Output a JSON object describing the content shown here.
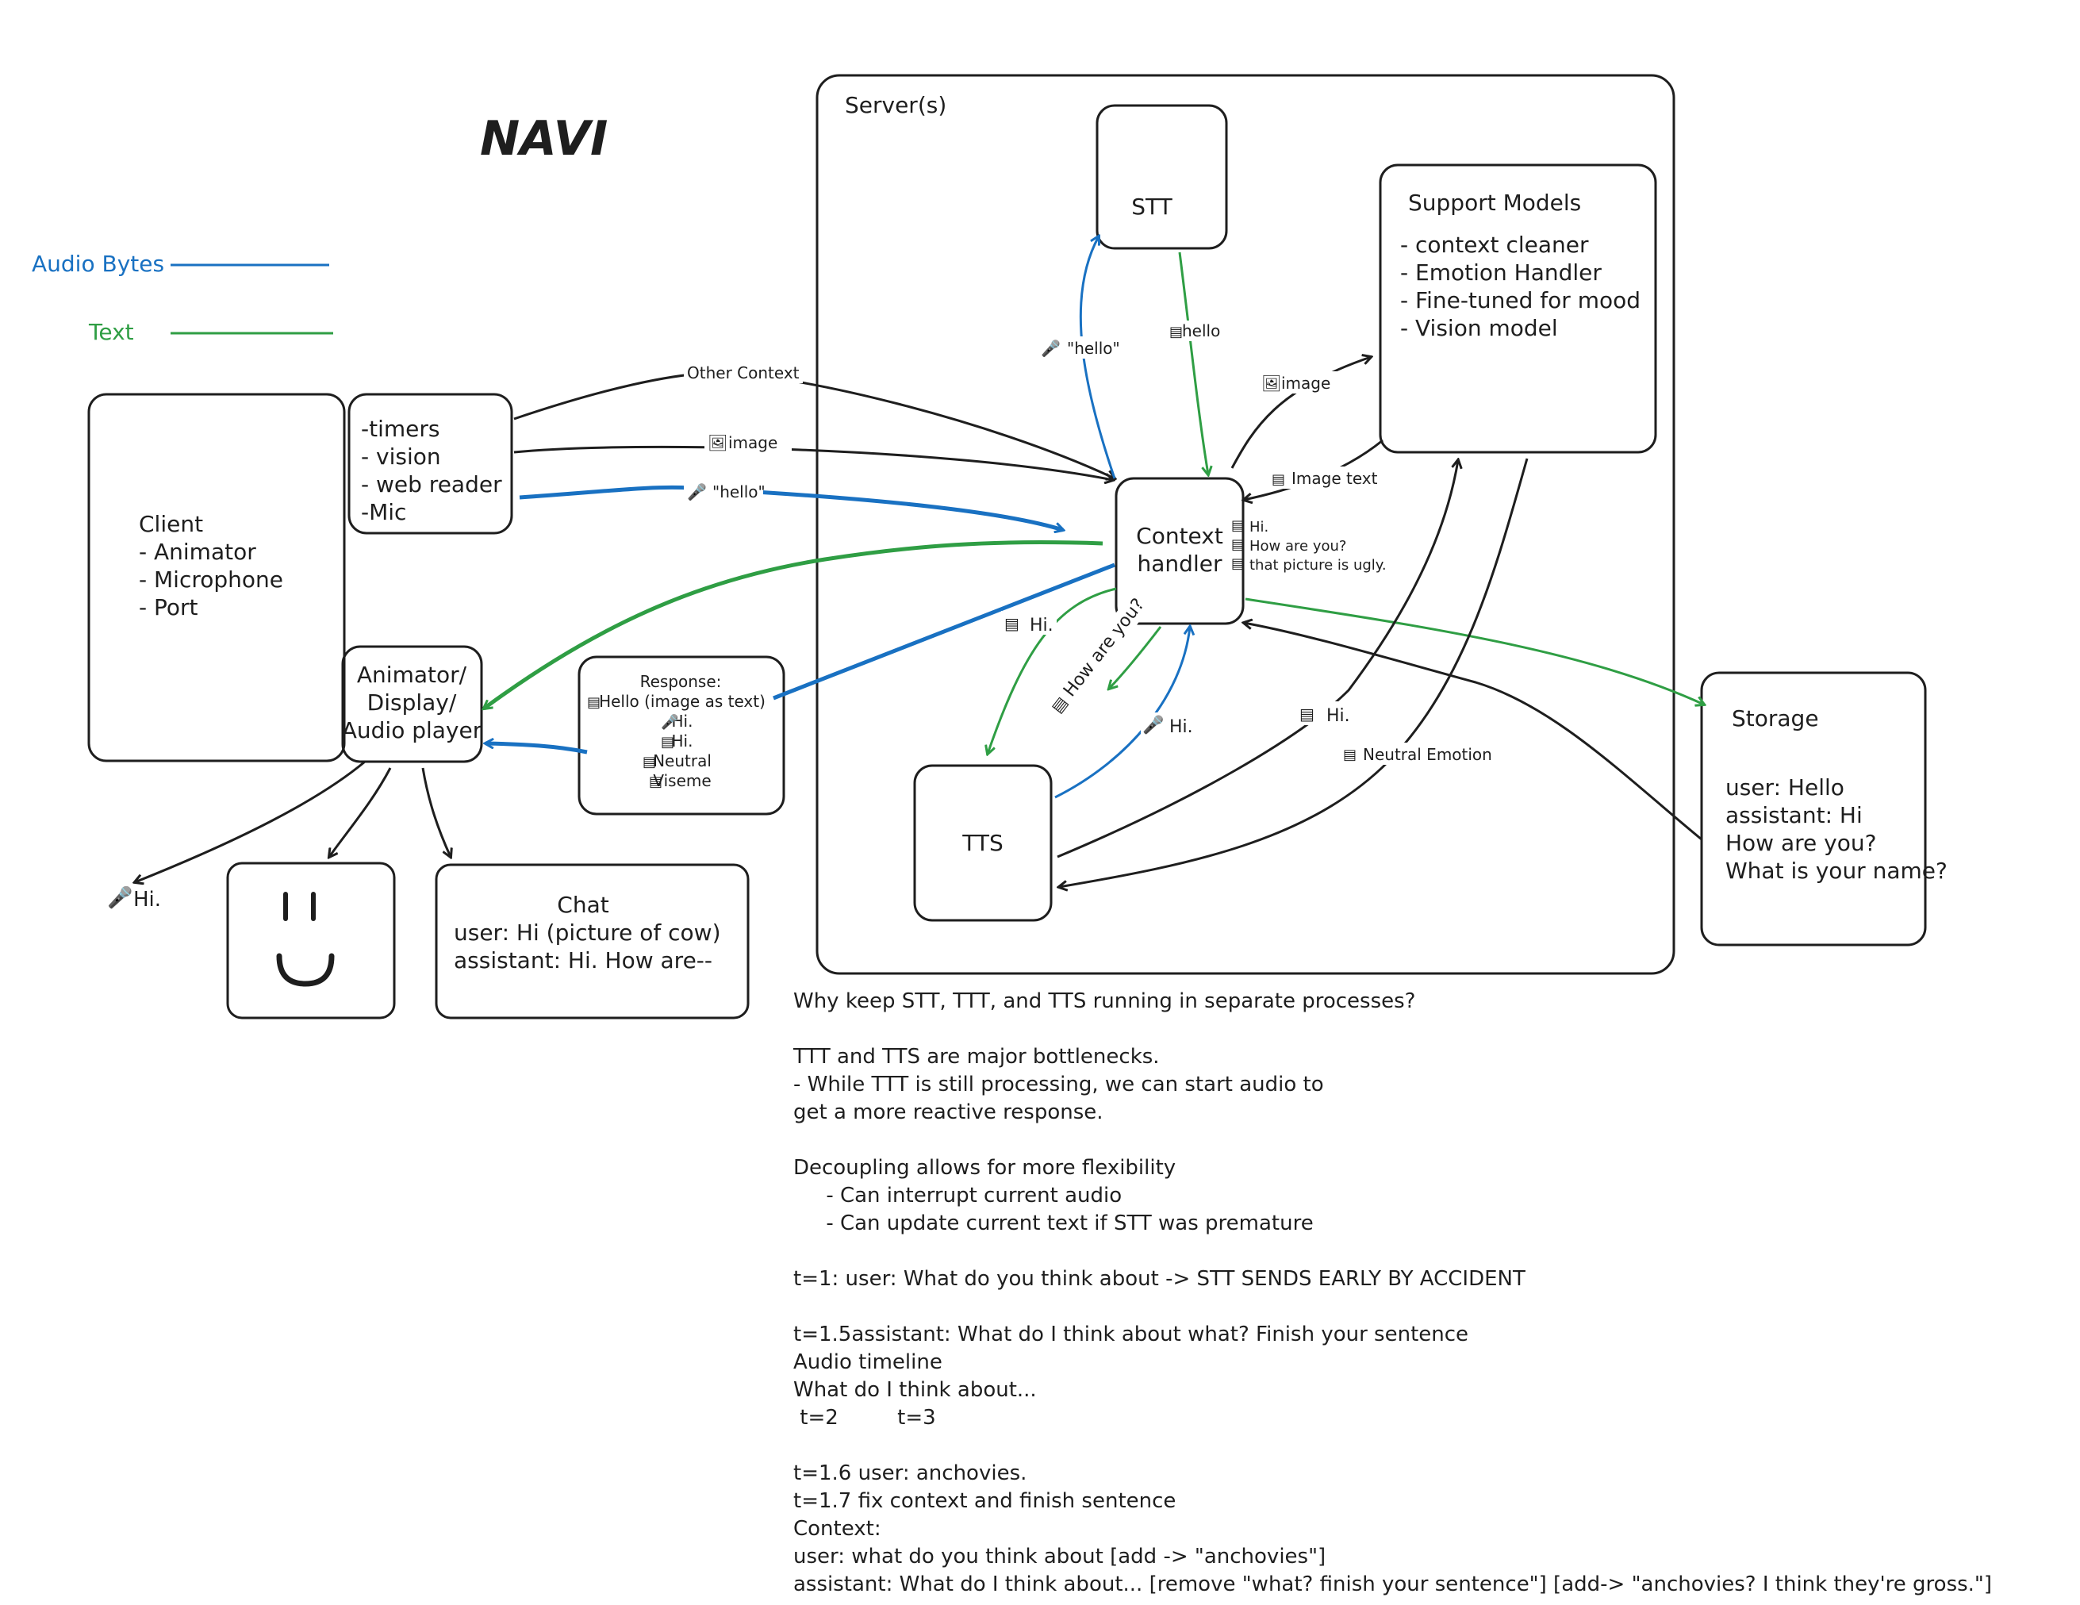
{
  "title": "NAVI",
  "legend": {
    "audio": "Audio Bytes",
    "text": "Text"
  },
  "colors": {
    "audio": "#1971c2",
    "text": "#2f9e44",
    "ink": "#1e1e1e"
  },
  "client": {
    "heading": "Client",
    "items": [
      "- Animator",
      "- Microphone",
      "- Port"
    ]
  },
  "inputs": {
    "items": [
      "-timers",
      "- vision",
      "- web reader",
      "-Mic"
    ]
  },
  "animator": {
    "lines": [
      "Animator/",
      "Display/",
      "Audio player"
    ]
  },
  "response_box": {
    "lines": [
      "Response:",
      "Hello (image as text)",
      "Hi.",
      "Hi.",
      "Neutral",
      "Viseme"
    ]
  },
  "outputs": {
    "mic_label": "Hi.",
    "chat_title": "Chat",
    "chat_lines": [
      "user: Hi (picture of cow)",
      "assistant: Hi. How are--"
    ]
  },
  "server": {
    "label": "Server(s)",
    "stt": "STT",
    "tts": "TTS",
    "context_handler": [
      "Context",
      "handler"
    ],
    "support_models": {
      "title": "Support Models",
      "items": [
        "- context cleaner",
        "- Emotion Handler",
        "- Fine-tuned for mood",
        "- Vision model"
      ]
    }
  },
  "storage": {
    "title": "Storage",
    "lines": [
      "user: Hello",
      "assistant: Hi",
      "How are you?",
      "What is your name?"
    ]
  },
  "edge_labels": {
    "other_context": "Other Context",
    "image_in": "image",
    "hello_in": "\"hello\"",
    "stt_up": "\"hello\"",
    "stt_down": "hello",
    "image_support": "image",
    "image_text": "Image text",
    "ctx_notes": [
      "Hi.",
      "How are you?",
      "that picture is ugly."
    ],
    "hi_to_tts": "Hi.",
    "how_are_you": "How are you?",
    "tts_hi": "Hi.",
    "storage_hi": "Hi.",
    "neutral_emotion": "Neutral Emotion"
  },
  "notes": [
    "Why keep STT, TTT, and TTS running in separate processes?",
    "",
    "TTT and TTS are major bottlenecks.",
    "- While TTT is still processing, we can start audio to",
    "get a more reactive response.",
    "",
    "Decoupling allows for more flexibility",
    "     - Can interrupt current audio",
    "     - Can update current text if STT was premature",
    "",
    "t=1: user: What do you think about -> STT SENDS EARLY BY ACCIDENT",
    "",
    "t=1.5assistant: What do I think about what? Finish your sentence",
    "Audio timeline",
    "What do I think about...",
    " t=2         t=3",
    "",
    "t=1.6 user: anchovies.",
    "t=1.7 fix context and finish sentence",
    "Context:",
    "user: what do you think about [add -> \"anchovies\"]",
    "assistant: What do I think about... [remove \"what? finish your sentence\"] [add-> \"anchovies? I think they're gross.\"]"
  ]
}
